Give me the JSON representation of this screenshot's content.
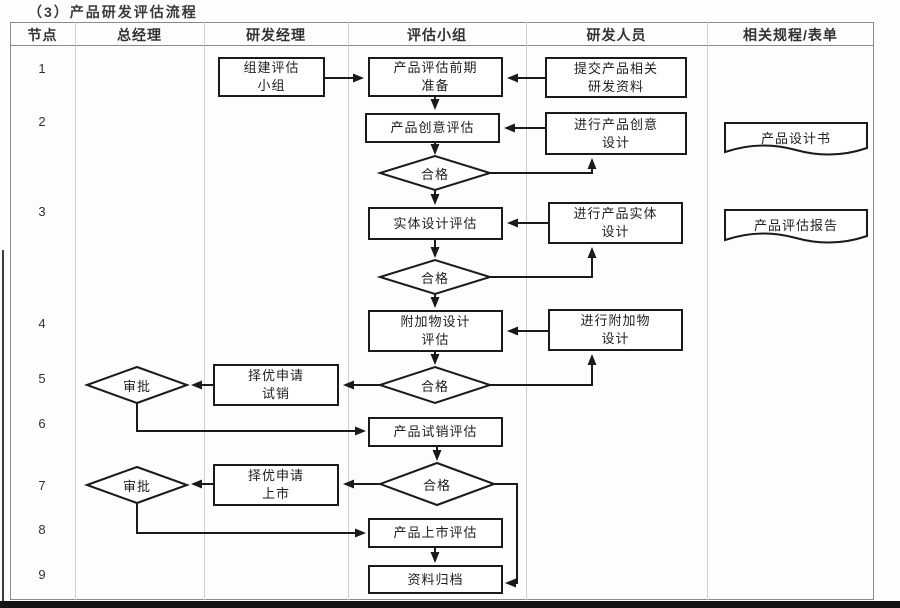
{
  "title": "（3）产品研发评估流程",
  "header": {
    "col_node": "节点",
    "col_gm": "总经理",
    "col_rd_manager": "研发经理",
    "col_eval_team": "评估小组",
    "col_rd_staff": "研发人员",
    "col_forms": "相关规程/表单"
  },
  "node_numbers": [
    "1",
    "2",
    "3",
    "4",
    "5",
    "6",
    "7",
    "8",
    "9"
  ],
  "boxes": {
    "build_team": "组建评估\n小组",
    "pre_eval": "产品评估前期\n准备",
    "submit_materials": "提交产品相关\n研发资料",
    "idea_eval": "产品创意评估",
    "do_idea_design": "进行产品创意\n设计",
    "physical_eval": "实体设计评估",
    "do_physical_design": "进行产品实体\n设计",
    "addon_eval": "附加物设计\n评估",
    "do_addon_design": "进行附加物\n设计",
    "apply_trial": "择优申请\n试销",
    "trial_eval": "产品试销评估",
    "apply_launch": "择优申请\n上市",
    "launch_eval": "产品上市评估",
    "archive": "资料归档"
  },
  "diamonds": {
    "pass1": "合格",
    "pass2": "合格",
    "pass3": "合格",
    "pass4": "合格",
    "approve1": "审批",
    "approve2": "审批"
  },
  "documents": {
    "design_book": "产品设计书",
    "eval_report": "产品评估报告"
  },
  "colors": {
    "line": "#1a1a1a",
    "lane_divider": "#cfcfcf",
    "table_border": "#8a8a8a"
  }
}
